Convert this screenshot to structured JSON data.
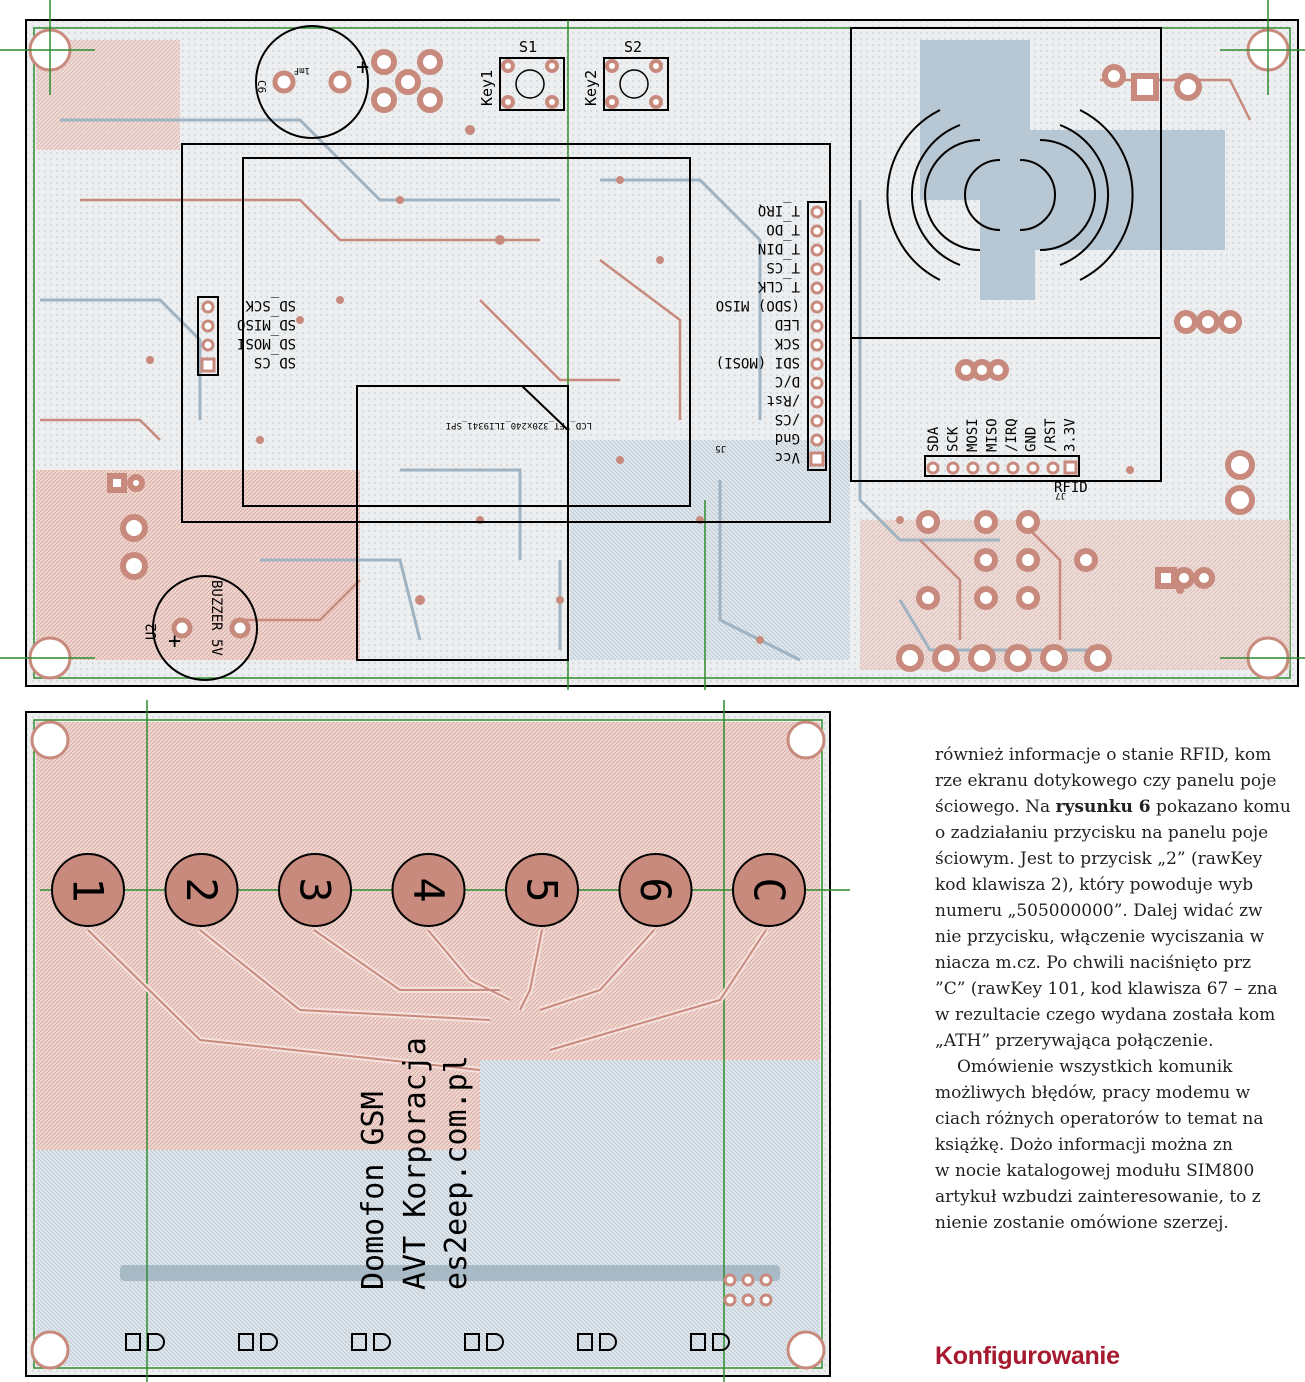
{
  "top_board": {
    "labels": {
      "s1": "S1",
      "s2": "S2",
      "key1": "Key1",
      "key2": "Key2",
      "c6": "C6",
      "cap_value": "1mF",
      "plus": "+",
      "buzzer": "BUZZER 5V",
      "u2": "U2",
      "j5": "J5",
      "j7": "J7",
      "rfid": "RFID",
      "lcd": "LCD_TFT_320x240_ILI9341_SPI"
    },
    "lcd_pins": [
      "T_IRQ",
      "T_DO",
      "T_DIN",
      "T_CS",
      "T_CLK",
      "(SDO) MISO",
      "LED",
      "SCK",
      "SDI (MOSI)",
      "D/C",
      "/Rst",
      "/CS",
      "Gnd",
      "Vcc"
    ],
    "sd_pins": [
      "SD_SCK",
      "SD_MISO",
      "SD_MOSI",
      "SD_CS"
    ],
    "rfid_pins": [
      "SDA",
      "SCK",
      "MOSI",
      "MISO",
      "/IRQ",
      "GND",
      "/RST",
      "3.3V"
    ]
  },
  "bottom_board": {
    "keys": [
      "1",
      "2",
      "3",
      "4",
      "5",
      "6",
      "C"
    ],
    "text_lines": [
      "Domofon GSM",
      "AVT Korporacja",
      "es2eep.com.pl"
    ]
  },
  "article": {
    "lines": [
      "również informacje o stanie RFID, kom",
      "rze ekranu dotykowego czy panelu poje",
      "ściowego. Na |rysunku 6| pokazano komu",
      "o zadziałaniu przycisku na panelu poje",
      "ściowym. Jest to przycisk „2” (rawKey",
      "kod klawisza 2), który powoduje wyb",
      "numeru „505000000”. Dalej widać zw",
      "nie przycisku, włączenie wyciszania w",
      "niacza m.cz. Po chwili naciśnięto prz",
      "”C” (rawKey 101, kod klawisza 67 – zna",
      "w rezultacie czego wydana została kom",
      "„ATH” przerywająca połączenie.",
      "Omówienie wszystkich komunik",
      "możliwych błędów, pracy modemu w",
      "ciach różnych operatorów to temat na",
      "książkę. Dożo informacji można zn",
      "w nocie katalogowej modułu SIM800",
      "artykuł wzbudzi zainteresowanie, to z",
      "nienie zostanie omówione szerzej."
    ],
    "line1": "również informacje o stanie RFID, kom",
    "line2": "rze ekranu dotykowego czy panelu poje",
    "line3_pre": "ściowego. Na ",
    "line3_bold": "rysunku 6",
    "line3_post": " pokazano komu",
    "line4": "o zadziałaniu przycisku na panelu poje",
    "line5": "ściowym. Jest to przycisk „2” (rawKey",
    "line6": "kod klawisza 2), który powoduje wyb",
    "line7": "numeru „505000000”. Dalej widać zw",
    "line8": "nie przycisku, włączenie wyciszania w",
    "line9": "niacza m.cz. Po chwili naciśnięto prz",
    "line10": "”C” (rawKey 101, kod klawisza 67 – zna",
    "line11": "w rezultacie czego wydana została kom",
    "line12": "„ATH” przerywająca połączenie.",
    "line13": "Omówienie wszystkich komunik",
    "line14": "możliwych błędów, pracy modemu w",
    "line15": "ciach różnych operatorów to temat na",
    "line16": "książkę. Dożo informacji można zn",
    "line17": "w nocie katalogowej modułu SIM800",
    "line18": "artykuł wzbudzi zainteresowanie, to z",
    "line19": "nienie zostanie omówione szerzej.",
    "heading": "Konfigurowanie"
  },
  "colors": {
    "copper_top": "#c98a7e",
    "copper_fill": "#e7c3bb",
    "bottom_trace": "#9fb3c2",
    "bottom_fill": "#cbd6de",
    "heading": "#a6192e",
    "outline": "#000000",
    "guide": "#2e8b2e"
  }
}
